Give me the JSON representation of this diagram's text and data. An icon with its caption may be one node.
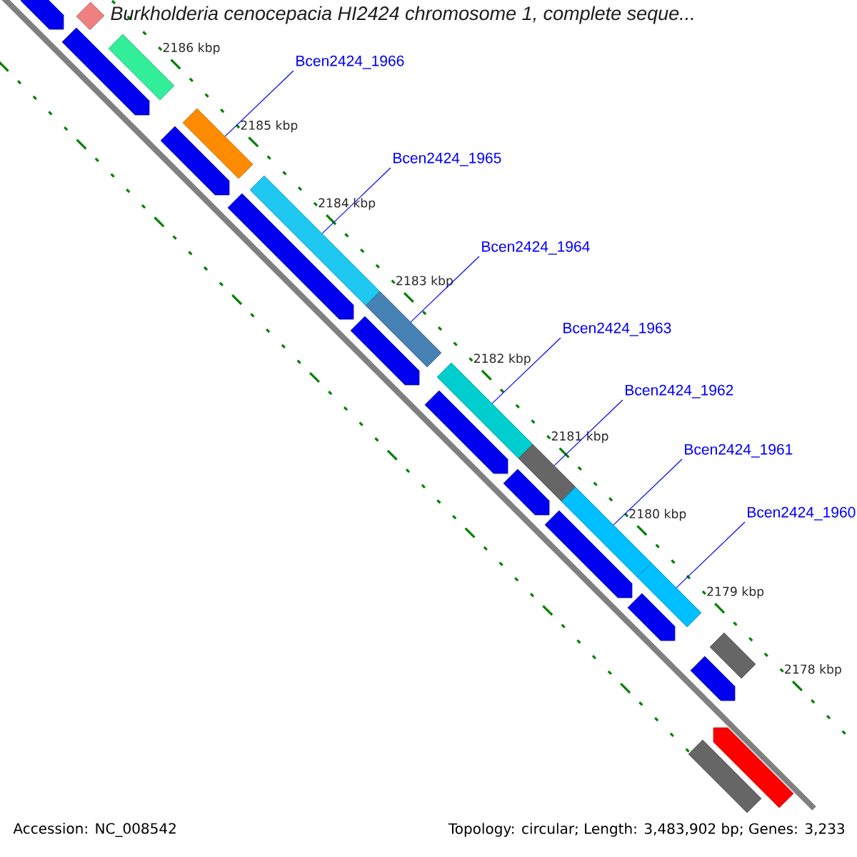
{
  "diagram": {
    "title": "Burkholderia cenocepacia HI2424 chromosome 1, complete seque...",
    "nodes": [
      {
        "text": [
          "Bcen2424_1966"
        ]
      },
      {
        "text": [],
        "shape": "bar"
      },
      {
        "text": [
          "Bcen2424_1965"
        ]
      },
      {
        "text": [],
        "shape": "bar"
      },
      {
        "text": [
          "Bcen2424_1964"
        ]
      },
      {
        "text": [],
        "shape": "bar"
      },
      {
        "text": [
          "Bcen2424_1963"
        ]
      },
      {
        "text": [],
        "shape": "bar"
      },
      {
        "text": [
          "Bcen2424_1962"
        ]
      },
      {
        "text": [],
        "shape": "bar"
      },
      {
        "text": [
          "Bcen2424_1961"
        ]
      },
      {
        "text": [],
        "shape": "bar"
      },
      {
        "text": [
          "Bcen2424_1960"
        ]
      },
      {
        "text": [],
        "shape": "bar"
      },
      {
        "text": [],
        "shape": "bar"
      },
      {
        "text": [],
        "shape": "bar"
      },
      {
        "text": [],
        "shape": "bar"
      },
      {
        "text": [],
        "shape": "bar"
      },
      {
        "text": [],
        "shape": "bar"
      },
      {
        "text": [],
        "shape": "bar"
      },
      {
        "text": [],
        "shape": "bar"
      },
      {
        "text": [],
        "shape": "bar"
      },
      {
        "text": [],
        "shape": "bar"
      },
      {
        "text": [],
        "shape": "bar"
      },
      {
        "text": [],
        "shape": "bar"
      },
      {
        "text": [],
        "shape": "bar"
      },
      {
        "text": [],
        "shape": "bar"
      },
      {
        "text": [],
        "shape": "bar"
      },
      {
        "text": [],
        "shape": "bar"
      }
    ],
    "edges": [
      {
        "from": 0,
        "to": 1,
        "arrow": "none"
      },
      {
        "from": 2,
        "to": 3,
        "arrow": "none"
      },
      {
        "from": 4,
        "to": 5,
        "arrow": "none"
      },
      {
        "from": 6,
        "to": 7,
        "arrow": "none"
      },
      {
        "from": 8,
        "to": 9,
        "arrow": "none"
      },
      {
        "from": 10,
        "to": 11,
        "arrow": "none"
      },
      {
        "from": 12,
        "to": 13,
        "arrow": "none"
      }
    ],
    "labels": [
      "2186 kbp",
      "2185 kbp",
      "2184 kbp",
      "2183 kbp",
      "2182 kbp",
      "2181 kbp",
      "2180 kbp",
      "2179 kbp",
      "2178 kbp",
      "Accession: NC_008542",
      "Topology: circular; Length: 3,483,902 bp; Genes: 3,233"
    ]
  }
}
